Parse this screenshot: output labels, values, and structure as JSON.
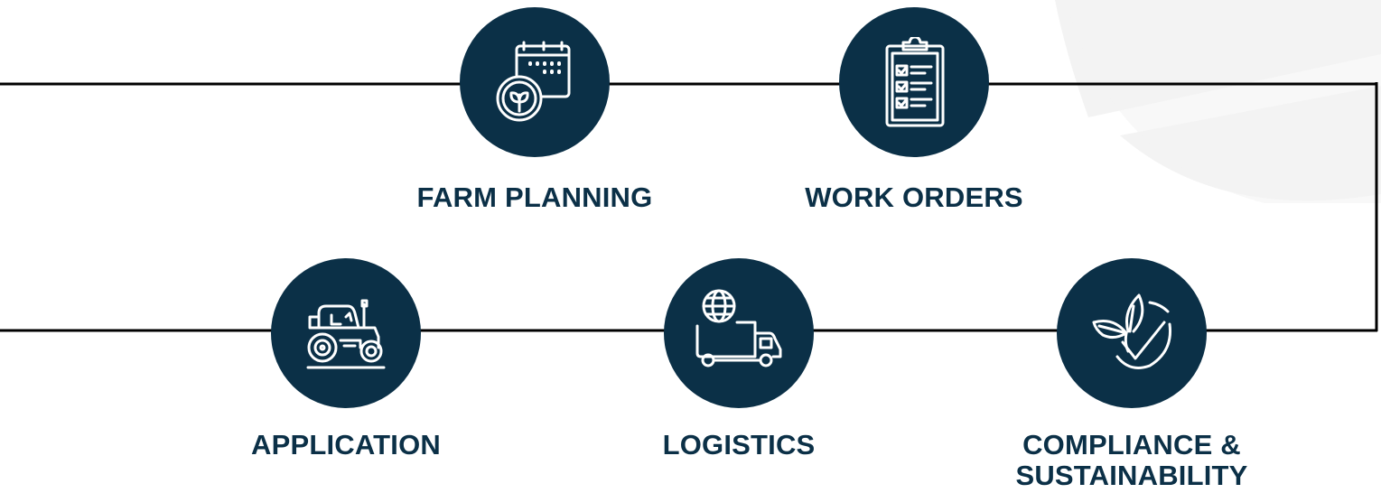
{
  "colors": {
    "circle": "#0b3047",
    "text": "#0b3047",
    "line": "#000000",
    "icon_stroke": "#ffffff",
    "bg_shape": "#f3f3f3"
  },
  "steps": [
    {
      "label": "FARM PLANNING",
      "icon": "calendar-plant-icon"
    },
    {
      "label": "WORK ORDERS",
      "icon": "clipboard-checklist-icon"
    },
    {
      "label": "APPLICATION",
      "icon": "tractor-icon"
    },
    {
      "label": "LOGISTICS",
      "icon": "globe-truck-icon"
    },
    {
      "label": "COMPLIANCE & SUSTAINABILITY",
      "icon": "leaf-check-icon"
    }
  ]
}
